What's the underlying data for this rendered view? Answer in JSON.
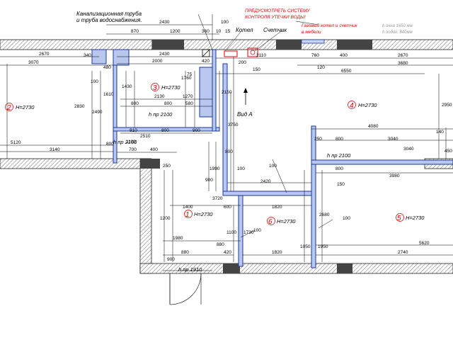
{
  "annotations": {
    "sewer_note_line1": "Канализационная труба",
    "sewer_note_line2": "и труба водоснабжения.",
    "leak_note_line1": "ПРЕДУСМОТРЕТЬ СИСТЕМУ",
    "leak_note_line2": "КОНТРОЛЯ УТЕЧКИ ВОДЫ!",
    "boiler_note_line1": "Газовый котел и счетчик",
    "boiler_note_line2": "в мебели",
    "boiler_label": "Котел",
    "meter_label": "Счетчик",
    "view_label": "Вид А",
    "sill_line1": "h окна 1650 мм",
    "sill_line2": "h подок. 840мм"
  },
  "rooms": [
    {
      "number": "1",
      "height": "H=2730"
    },
    {
      "number": "2",
      "height": "H=2730"
    },
    {
      "number": "3",
      "height": "H=2730"
    },
    {
      "number": "4",
      "height": "H=2730"
    },
    {
      "number": "5",
      "height": "H=2730"
    },
    {
      "number": "6",
      "height": "H=2730"
    }
  ],
  "openings": {
    "h1": "h пр 2100",
    "h2": "h пр 2100",
    "h3": "h пр 2100",
    "h4": "h пр 1910",
    "h5": "h пр 2100"
  },
  "dims": {
    "d2430a": "2430",
    "d870": "870",
    "d1200": "1200",
    "d360": "360",
    "d100top": "100",
    "d10": "10",
    "d15": "15",
    "d2670a": "2670",
    "d3070": "3070",
    "d2430b": "2430",
    "d2000": "2000",
    "d420": "420",
    "d2110": "2110",
    "d200": "200",
    "d150a": "150",
    "d760": "760",
    "d400a": "400",
    "d2670b": "2670",
    "d120": "120",
    "d3680": "3680",
    "d6550": "6550",
    "d340": "340",
    "d480": "480",
    "d1760": "1760",
    "d75": "75",
    "d100a": "100",
    "d1430": "1430",
    "d1610": "1610",
    "d1270": "1270",
    "d2130": "2130",
    "d800a": "800",
    "d800b": "800",
    "d580": "580",
    "d2150": "2150",
    "d2830": "2830",
    "d2490": "2490",
    "d2950": "2950",
    "d810": "810",
    "d800c": "800",
    "d900a": "900",
    "d3750": "3750",
    "d4080": "4080",
    "d140": "140",
    "d2510": "2510",
    "d1100": "1100",
    "d250a": "250",
    "d800d": "800",
    "d3040a": "3040",
    "d450": "450",
    "d5120": "5120",
    "d3140": "3140",
    "d800e": "800",
    "d700": "700",
    "d400b": "400",
    "d1990": "1990",
    "d800f": "800",
    "d3040b": "3040",
    "d250b": "250",
    "d800g": "800",
    "d100b": "100",
    "d2420": "2420",
    "d3980": "3980",
    "d900b": "900",
    "d100c": "100",
    "d150b": "150",
    "d3720": "3720",
    "d1400": "1400",
    "d600": "600",
    "d1820a": "1820",
    "d1100b": "1100",
    "d2680": "2680",
    "d100d": "100",
    "d1980": "1980",
    "d1730": "1730",
    "d1050": "1050",
    "d1950": "1950",
    "d100e": "100",
    "d880a": "880",
    "d880b": "880",
    "d420b": "420",
    "d1820b": "1820",
    "d2740": "2740",
    "d5620": "5620",
    "d900c": "900",
    "d1200b": "1200"
  }
}
